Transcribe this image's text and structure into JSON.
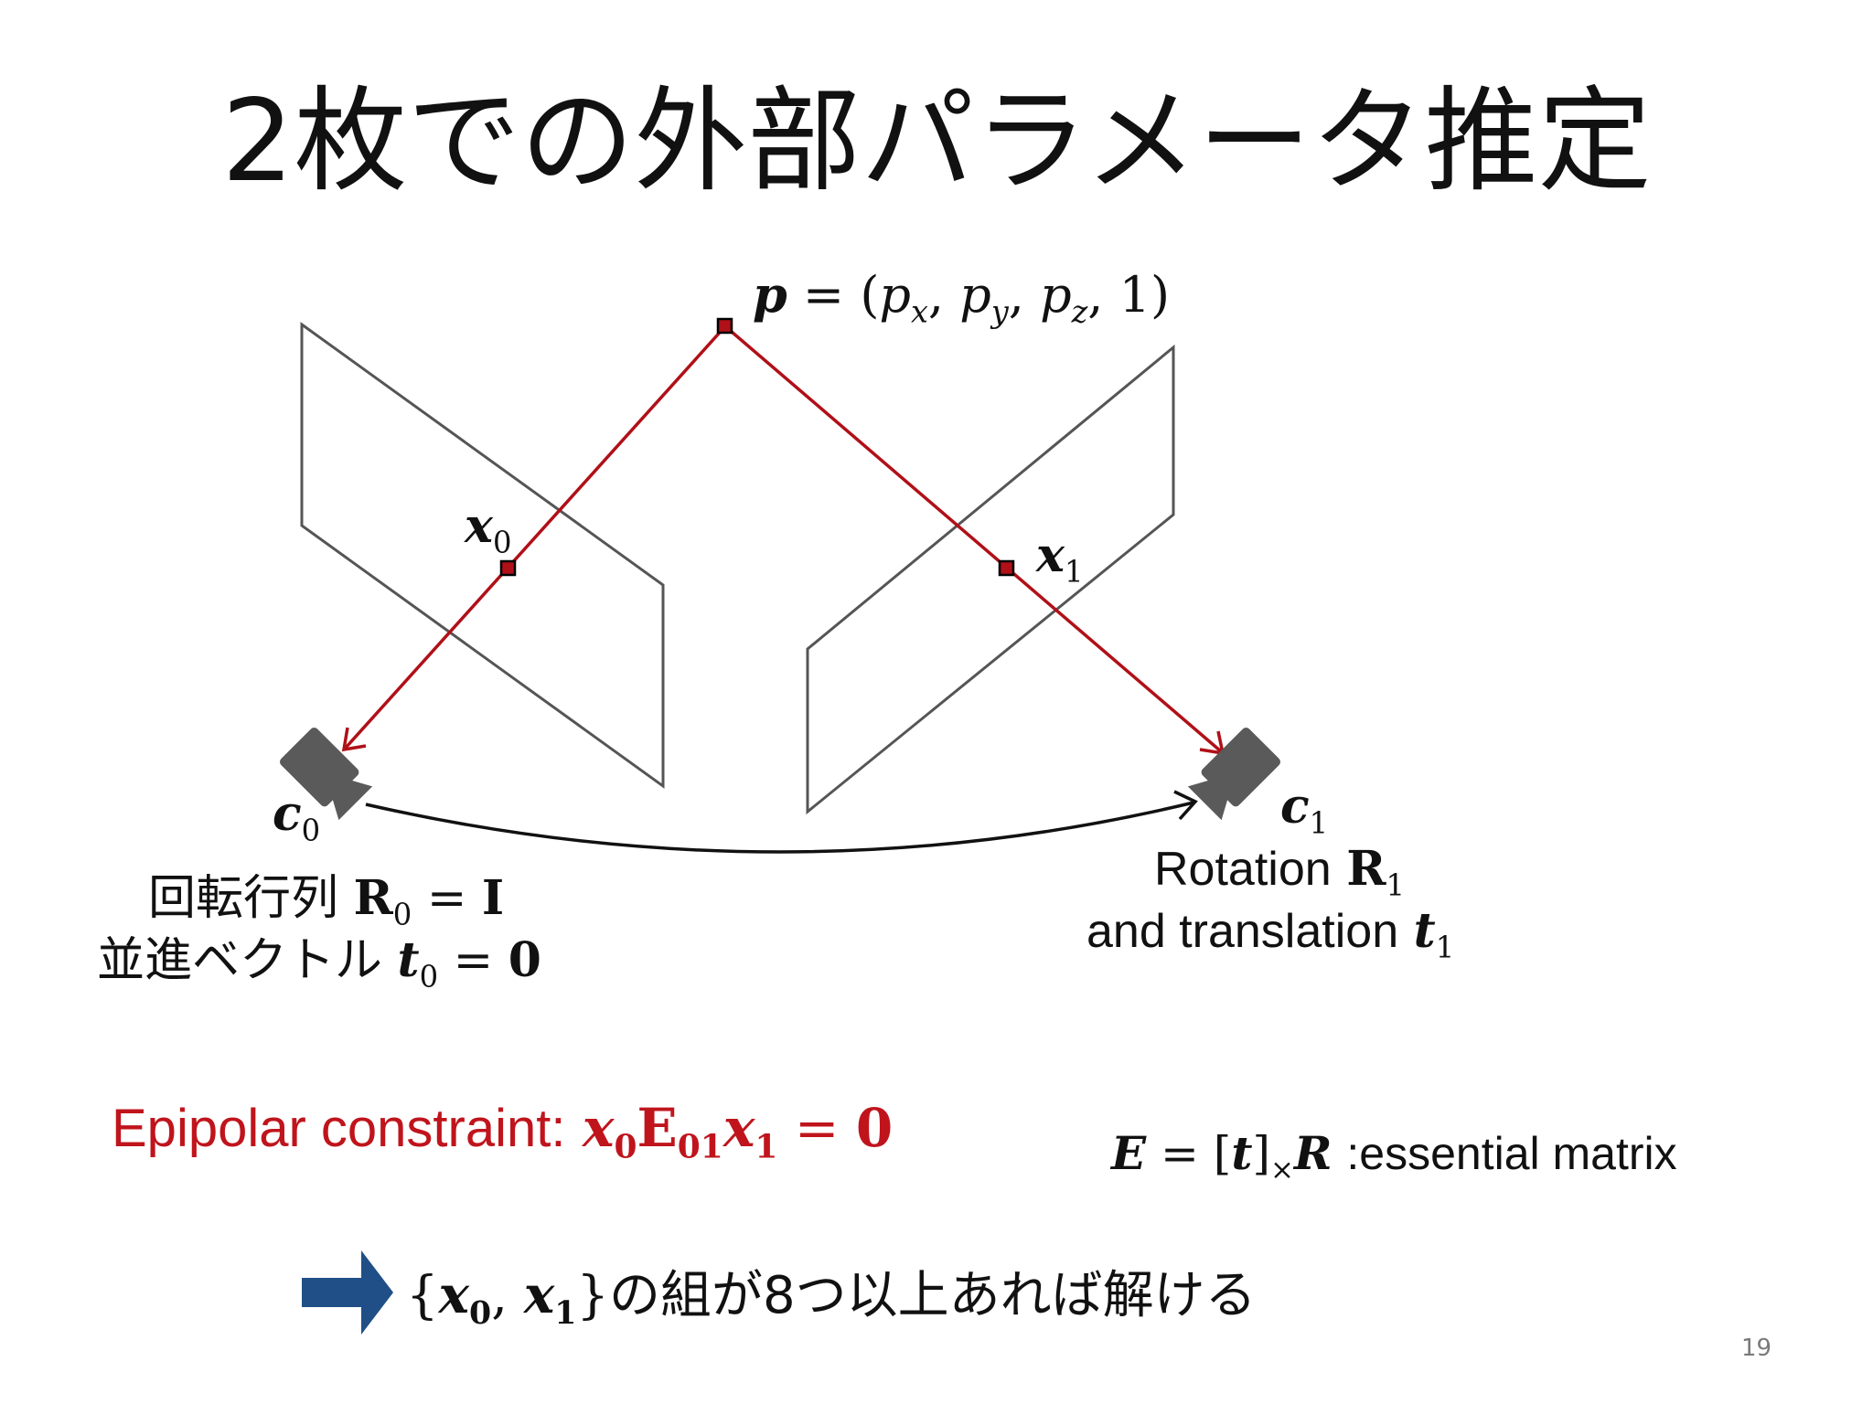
{
  "title": "2枚での外部パラメータ推定",
  "point_p": {
    "name": "p",
    "coords": [
      "p",
      "x",
      "p",
      "y",
      "p",
      "z",
      "1"
    ]
  },
  "x0": {
    "base": "x",
    "sub": "0"
  },
  "x1": {
    "base": "x",
    "sub": "1"
  },
  "c0": {
    "base": "c",
    "sub": "0"
  },
  "c1": {
    "base": "c",
    "sub": "1"
  },
  "camera0": {
    "rotation_label": "回転行列",
    "rotation_sym": "R",
    "rotation_sub": "0",
    "rotation_val": "I",
    "translation_label": "並進ベクトル",
    "translation_sym": "t",
    "translation_sub": "0",
    "translation_val": "0"
  },
  "camera1": {
    "rotation_label": "Rotation",
    "rotation_sym": "R",
    "rotation_sub": "1",
    "translation_label": "and translation",
    "translation_sym": "t",
    "translation_sub": "1"
  },
  "epipolar": {
    "label": "Epipolar constraint:",
    "x0": "x",
    "x0_sub": "0",
    "E": "E",
    "E_sub": "01",
    "x1": "x",
    "x1_sub": "1",
    "rhs": "0"
  },
  "essential": {
    "E": "E",
    "t": "t",
    "cross": "×",
    "R": "R",
    "label": ":essential matrix"
  },
  "conclusion": {
    "x0_sub": "0",
    "x1_sub": "1",
    "text": "の組が8つ以上あれば解ける"
  },
  "page_number": "19",
  "colors": {
    "ray": "#b01018",
    "accent_text": "#c0141c",
    "arrow_fill": "#1f4f86",
    "camera": "#5a5a5a",
    "plane_edge": "#555555"
  }
}
